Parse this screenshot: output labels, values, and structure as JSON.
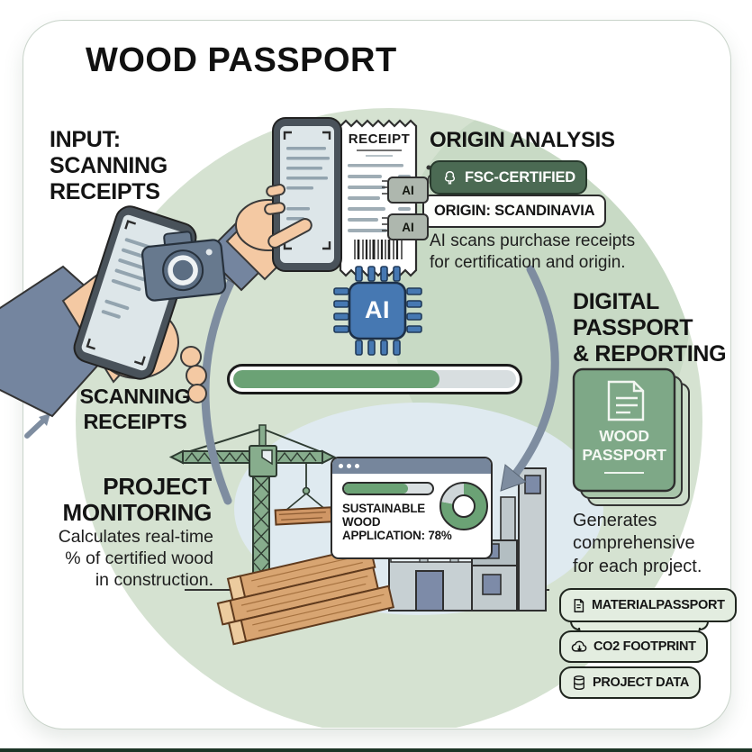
{
  "palette": {
    "circle_green": "#d5e2d1",
    "blob_green": "#c8dac5",
    "sky_blue": "#dfeaf0",
    "fill_green": "#6ba275",
    "track_gray": "#cfd6d8",
    "chip_blue": "#4678b2",
    "fsc_green": "#4b6a53",
    "passport_green": "#7ea887",
    "arrow_slate": "#7e8da0",
    "wood_tan": "#d8a572"
  },
  "title": "WOOD PASSPORT",
  "input_step": {
    "heading_lines": [
      "INPUT:",
      "SCANNING",
      "RECEIPTS"
    ]
  },
  "scan_step": {
    "receipt_title": "RECEIPT",
    "chip_label": "AI",
    "label_lines": [
      "SCANNING",
      "RECEIPTS"
    ]
  },
  "origin_analysis": {
    "heading": "ORIGIN ANALYSIS",
    "fsc_badge_label": "FSC-CERTIFIED",
    "origin_badge_label": "ORIGIN: SCANDINAVIA",
    "description_lines": [
      "AI scans purchase receipts",
      "for certification and origin."
    ]
  },
  "ai_core": {
    "chip_label": "AI",
    "progress_percent": 73
  },
  "digital_passport": {
    "heading_lines": [
      "DIGITAL",
      "PASSPORT",
      "& REPORTING"
    ],
    "card_title_lines": [
      "WOOD",
      "PASSPORT"
    ],
    "description_lines": [
      "Generates",
      "comprehensive",
      "for each project."
    ],
    "badges": [
      {
        "label": "MATERIALPASSPORT",
        "icon": "document-icon"
      },
      {
        "label": "CO2 FOOTPRINT",
        "icon": "cloud-download-icon"
      },
      {
        "label": "PROJECT DATA",
        "icon": "database-icon"
      }
    ]
  },
  "project_monitoring": {
    "heading_lines": [
      "PROJECT",
      "MONITORING"
    ],
    "description_lines": [
      "Calculates real-time",
      "% of certified wood",
      "in construction."
    ],
    "dashboard": {
      "title_lines": [
        "SUSTAINABLE",
        "WOOD",
        "APPLICATION: 78%"
      ],
      "application_percent": 78,
      "bar_percent": 72
    }
  }
}
